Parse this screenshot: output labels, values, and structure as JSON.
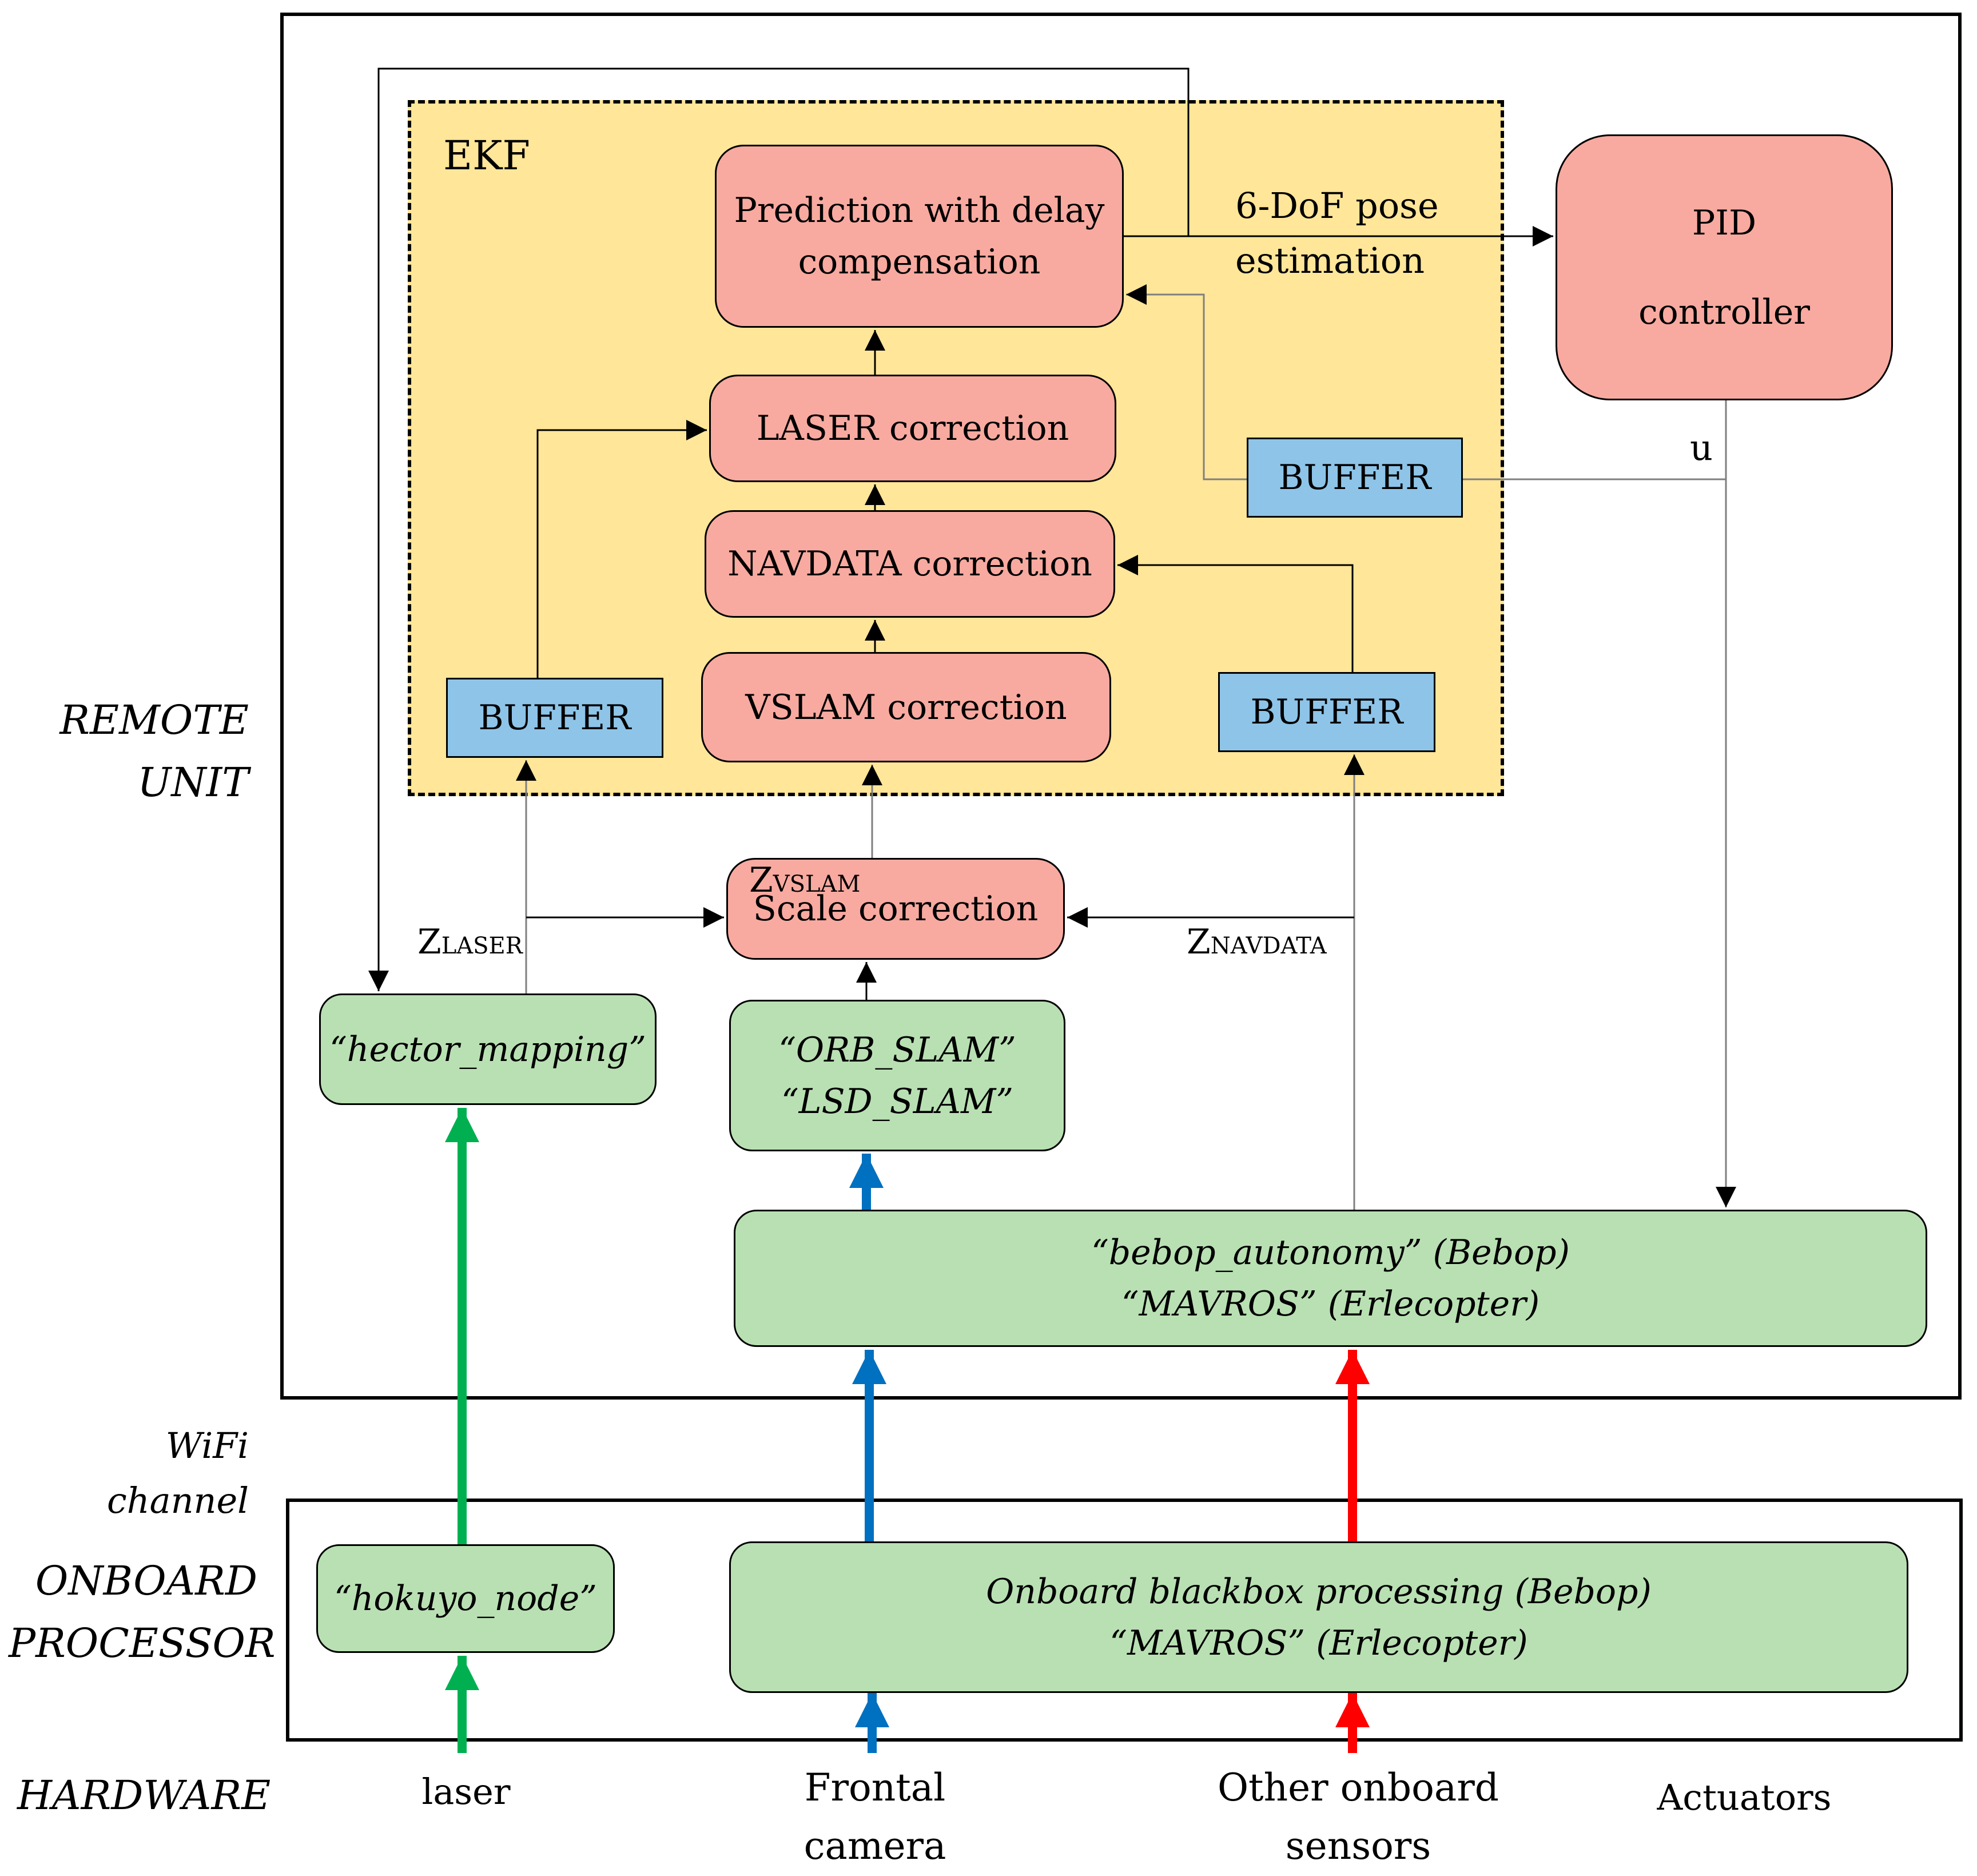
{
  "diagram": {
    "layers": {
      "remote_unit": "REMOTE\nUNIT",
      "wifi_channel": "WiFi channel",
      "onboard_processor": "ONBOARD\nPROCESSOR",
      "hardware": "HARDWARE"
    },
    "ekf_label": "EKF",
    "nodes": {
      "prediction": "Prediction with delay\ncompensation",
      "laser_correction": "LASER correction",
      "navdata_correction": "NAVDATA correction",
      "vslam_correction": "VSLAM correction",
      "scale_correction": "Scale correction",
      "buffer_left": "BUFFER",
      "buffer_right": "BUFFER",
      "buffer_pid": "BUFFER",
      "pid_controller": "PID\n\ncontroller",
      "hector_mapping": "“hector_mapping”",
      "orb_lsd_slam": "“ORB_SLAM”\n“LSD_SLAM”",
      "bebop_autonomy": "“bebop_autonomy” (Bebop)\n“MAVROS” (Erlecopter)",
      "hokuyo_node": "“hokuyo_node”",
      "onboard_blackbox": "Onboard blackbox processing (Bebop)\n“MAVROS” (Erlecopter)"
    },
    "edge_labels": {
      "pose_estimation": "6-DoF pose\nestimation",
      "u": "u",
      "z_vslam": {
        "main": "Z",
        "sub": "VSLAM"
      },
      "z_laser": {
        "main": "Z",
        "sub": "LASER"
      },
      "z_navdata": {
        "main": "Z",
        "sub": "NAVDATA"
      }
    },
    "hardware": {
      "laser": "laser",
      "frontal_camera": "Frontal\ncamera",
      "other_sensors": "Other onboard\nsensors",
      "actuators": "Actuators"
    },
    "colors": {
      "ekf_fill": "#ffe699",
      "red_box": "#f8aaa0",
      "green_box": "#b9e0b3",
      "blue_box": "#8ec4e8",
      "laser_arrow": "#00b050",
      "camera_arrow": "#0070c0",
      "sensor_arrow": "#ff0000",
      "wire": "#000000",
      "wire_grey": "#7f7f7f"
    }
  }
}
